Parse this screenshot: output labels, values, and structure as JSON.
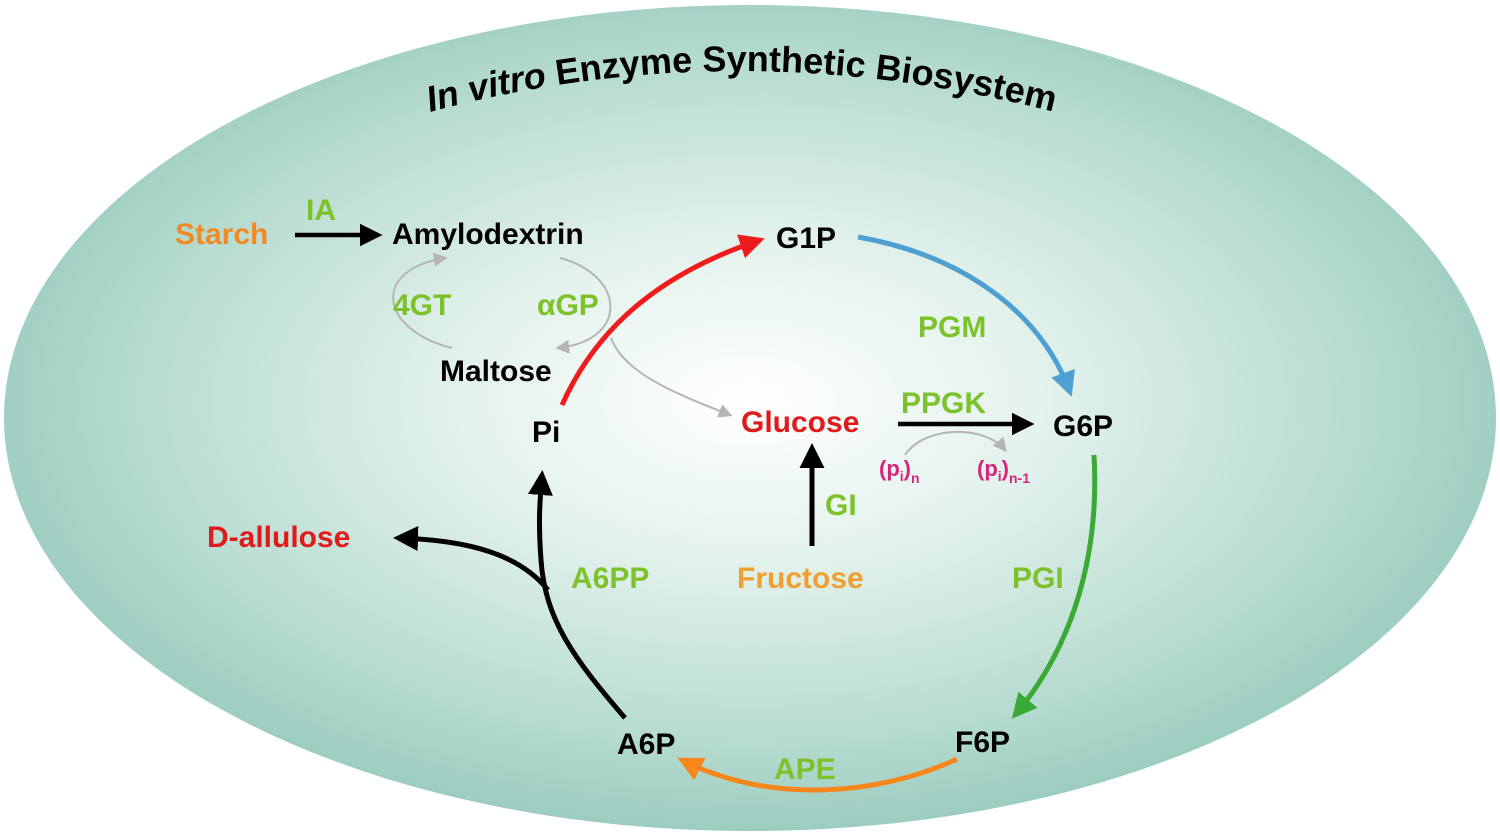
{
  "title": {
    "part1": "In vitro",
    "part2": " Enzyme Synthetic Biosystem"
  },
  "colors": {
    "background_edge": "#95c8bc",
    "background_center": "#ffffff",
    "metabolite": "#000000",
    "enzyme": "#7cc22b",
    "product": "#e01b1b",
    "substrate": "#f08a24",
    "polyphosphate": "#d6267a",
    "arrow_red": "#ee1c1c",
    "arrow_blue": "#4e9fd2",
    "arrow_green": "#3aaa35",
    "arrow_orange": "#f7861c",
    "arrow_black": "#000000",
    "arrow_gray": "#b5b5b5"
  },
  "metabolites": {
    "starch": "Starch",
    "amylodextrin": "Amylodextrin",
    "maltose": "Maltose",
    "pi": "Pi",
    "g1p": "G1P",
    "g6p": "G6P",
    "glucose": "Glucose",
    "fructose": "Fructose",
    "f6p": "F6P",
    "a6p": "A6P",
    "d_allulose": "D-allulose"
  },
  "enzymes": {
    "ia": "IA",
    "fourgt": "4GT",
    "agp": "αGP",
    "pgm": "PGM",
    "ppgk": "PPGK",
    "gi": "GI",
    "pgi": "PGI",
    "ape": "APE",
    "a6pp": "A6PP"
  },
  "polyphosphate": {
    "left": {
      "open": "(p",
      "sub_i": "i",
      "close": ")",
      "sub_n": "n"
    },
    "right": {
      "open": "(p",
      "sub_i": "i",
      "close": ")",
      "sub_n": "n-1"
    }
  },
  "reactions": [
    {
      "from": "Starch",
      "to": "Amylodextrin",
      "enzyme": "IA",
      "color": "black"
    },
    {
      "from": "Maltose",
      "to": "Amylodextrin",
      "enzyme": "4GT",
      "color": "gray"
    },
    {
      "from": "Amylodextrin",
      "to": "Maltose",
      "enzyme": "αGP",
      "color": "gray"
    },
    {
      "from": "αGP side-branch",
      "to": "Glucose",
      "enzyme": "",
      "color": "gray"
    },
    {
      "from": "Pi",
      "to": "G1P",
      "enzyme": "αGP",
      "color": "red"
    },
    {
      "from": "G1P",
      "to": "G6P",
      "enzyme": "PGM",
      "color": "blue"
    },
    {
      "from": "Glucose",
      "to": "G6P",
      "enzyme": "PPGK",
      "color": "black"
    },
    {
      "from": "(pi)n",
      "to": "(pi)n-1",
      "enzyme": "",
      "color": "gray"
    },
    {
      "from": "Fructose",
      "to": "Glucose",
      "enzyme": "GI",
      "color": "black"
    },
    {
      "from": "G6P",
      "to": "F6P",
      "enzyme": "PGI",
      "color": "green"
    },
    {
      "from": "F6P",
      "to": "A6P",
      "enzyme": "APE",
      "color": "orange"
    },
    {
      "from": "A6P",
      "to": "Pi",
      "enzyme": "A6PP",
      "color": "black"
    },
    {
      "from": "A6P",
      "to": "D-allulose",
      "enzyme": "A6PP",
      "color": "black"
    }
  ]
}
